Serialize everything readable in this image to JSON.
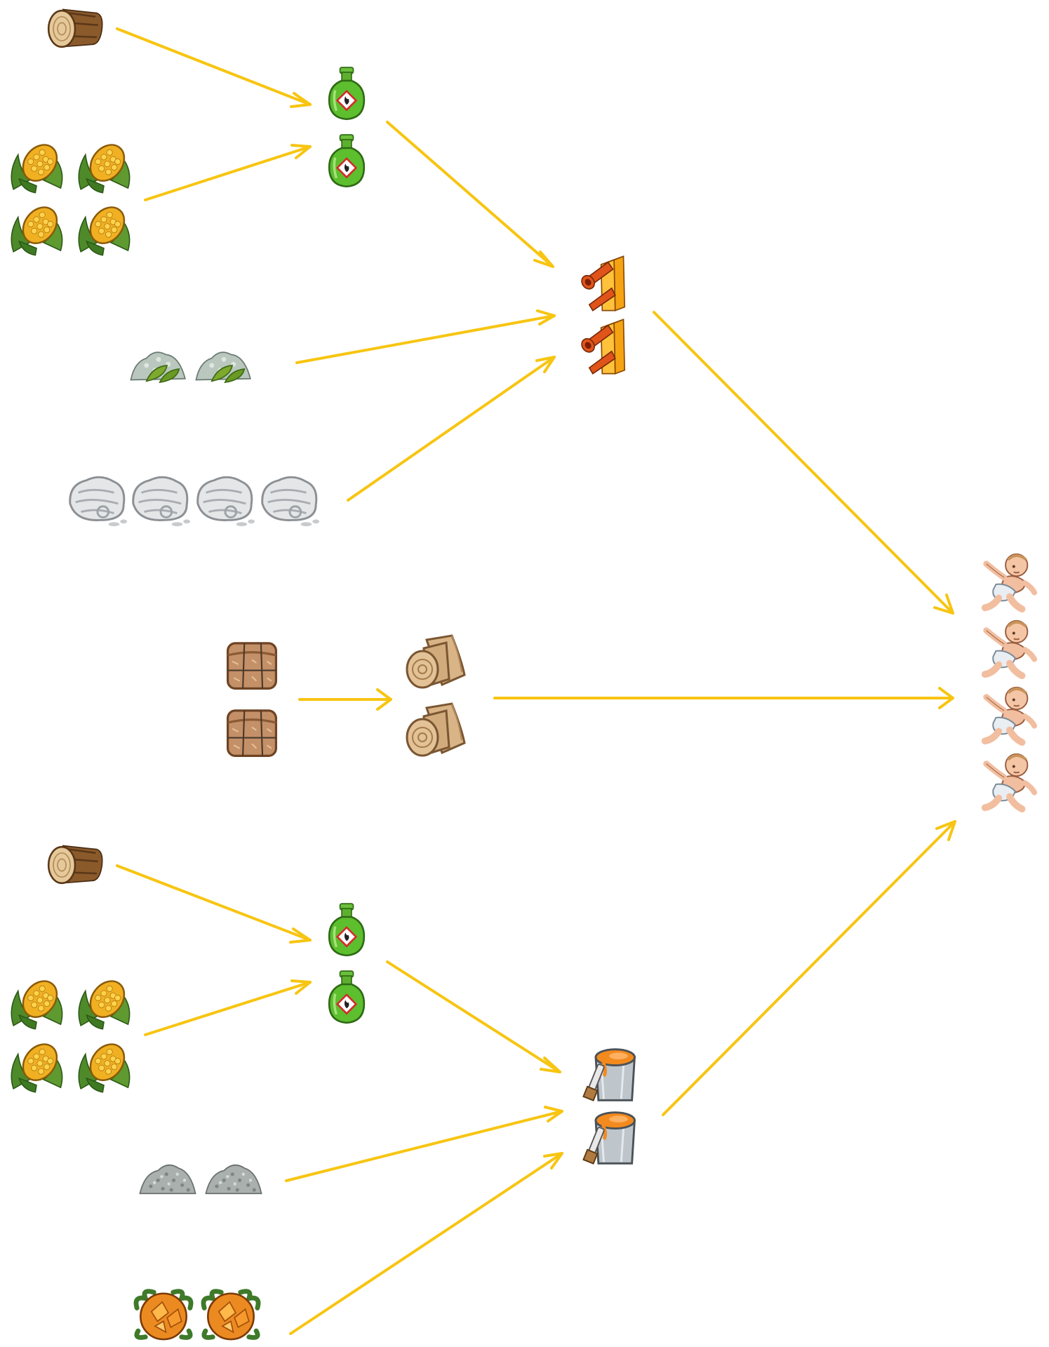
{
  "diagram": {
    "kind": "production chain",
    "arrow_color": "#F7C512",
    "groups": [
      {
        "inputs": [
          {
            "item": "log",
            "count": 1
          },
          {
            "item": "corn",
            "count": 4
          }
        ],
        "intermediate": {
          "item": "fuel-bottle",
          "count": 2
        }
      },
      {
        "inputs": [
          {
            "item": "fuel-bottle",
            "count": 2
          },
          {
            "item": "limestone",
            "count": 2
          },
          {
            "item": "cotton",
            "count": 4
          }
        ],
        "intermediate": {
          "item": "plastic-parts",
          "count": 2
        }
      },
      {
        "inputs": [
          {
            "item": "hay-bale",
            "count": 2
          }
        ],
        "intermediate": {
          "item": "fabric-roll",
          "count": 2
        }
      },
      {
        "inputs": [
          {
            "item": "log",
            "count": 1
          },
          {
            "item": "corn",
            "count": 4
          }
        ],
        "intermediate": {
          "item": "fuel-bottle",
          "count": 2
        }
      },
      {
        "inputs": [
          {
            "item": "fuel-bottle",
            "count": 2
          },
          {
            "item": "gravel",
            "count": 2
          },
          {
            "item": "orange-ore",
            "count": 2
          }
        ],
        "intermediate": {
          "item": "paint-bucket",
          "count": 2
        }
      }
    ],
    "output": {
      "item": "baby",
      "count": 4
    }
  }
}
